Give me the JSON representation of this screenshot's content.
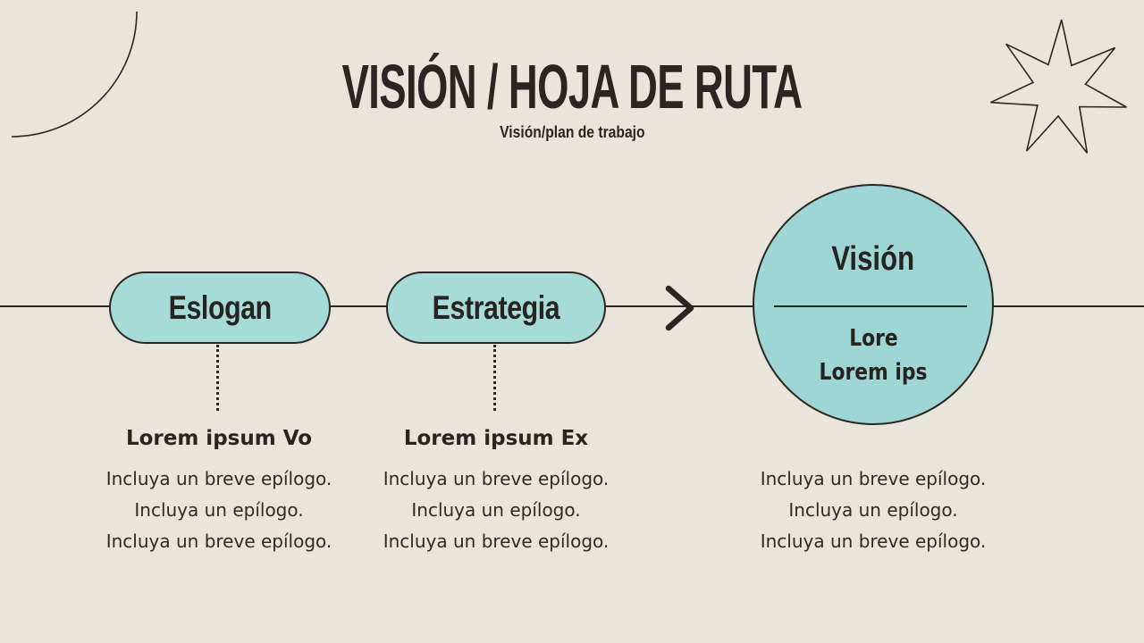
{
  "slide": {
    "title": "VISIÓN / HOJA DE RUTA",
    "subtitle": "Visión/plan de trabajo"
  },
  "colors": {
    "background": "#e9e5da",
    "ink": "#2b2623",
    "pill_fill": "#a6dbd8",
    "circle_fill": "#9dd6d4"
  },
  "decorations": {
    "top_left_icon": "quarter-circle-arc",
    "top_right_icon": "seven-pointed-star",
    "connector_icon": "chevron-right"
  },
  "timeline": {
    "steps": [
      {
        "shape": "pill",
        "label": "Eslogan",
        "heading": "Lorem ipsum Vo",
        "body": [
          "Incluya un breve epílogo.",
          "Incluya un epílogo.",
          "Incluya un breve epílogo."
        ]
      },
      {
        "shape": "pill",
        "label": "Estrategia",
        "heading": "Lorem ipsum Ex",
        "body": [
          "Incluya un breve epílogo.",
          "Incluya un epílogo.",
          "Incluya un breve epílogo."
        ]
      },
      {
        "shape": "circle",
        "label": "Visión",
        "sub_lines": [
          "Lore",
          "Lorem ips"
        ],
        "body": [
          "Incluya un breve epílogo.",
          "Incluya un epílogo.",
          "Incluya un breve epílogo."
        ]
      }
    ]
  }
}
